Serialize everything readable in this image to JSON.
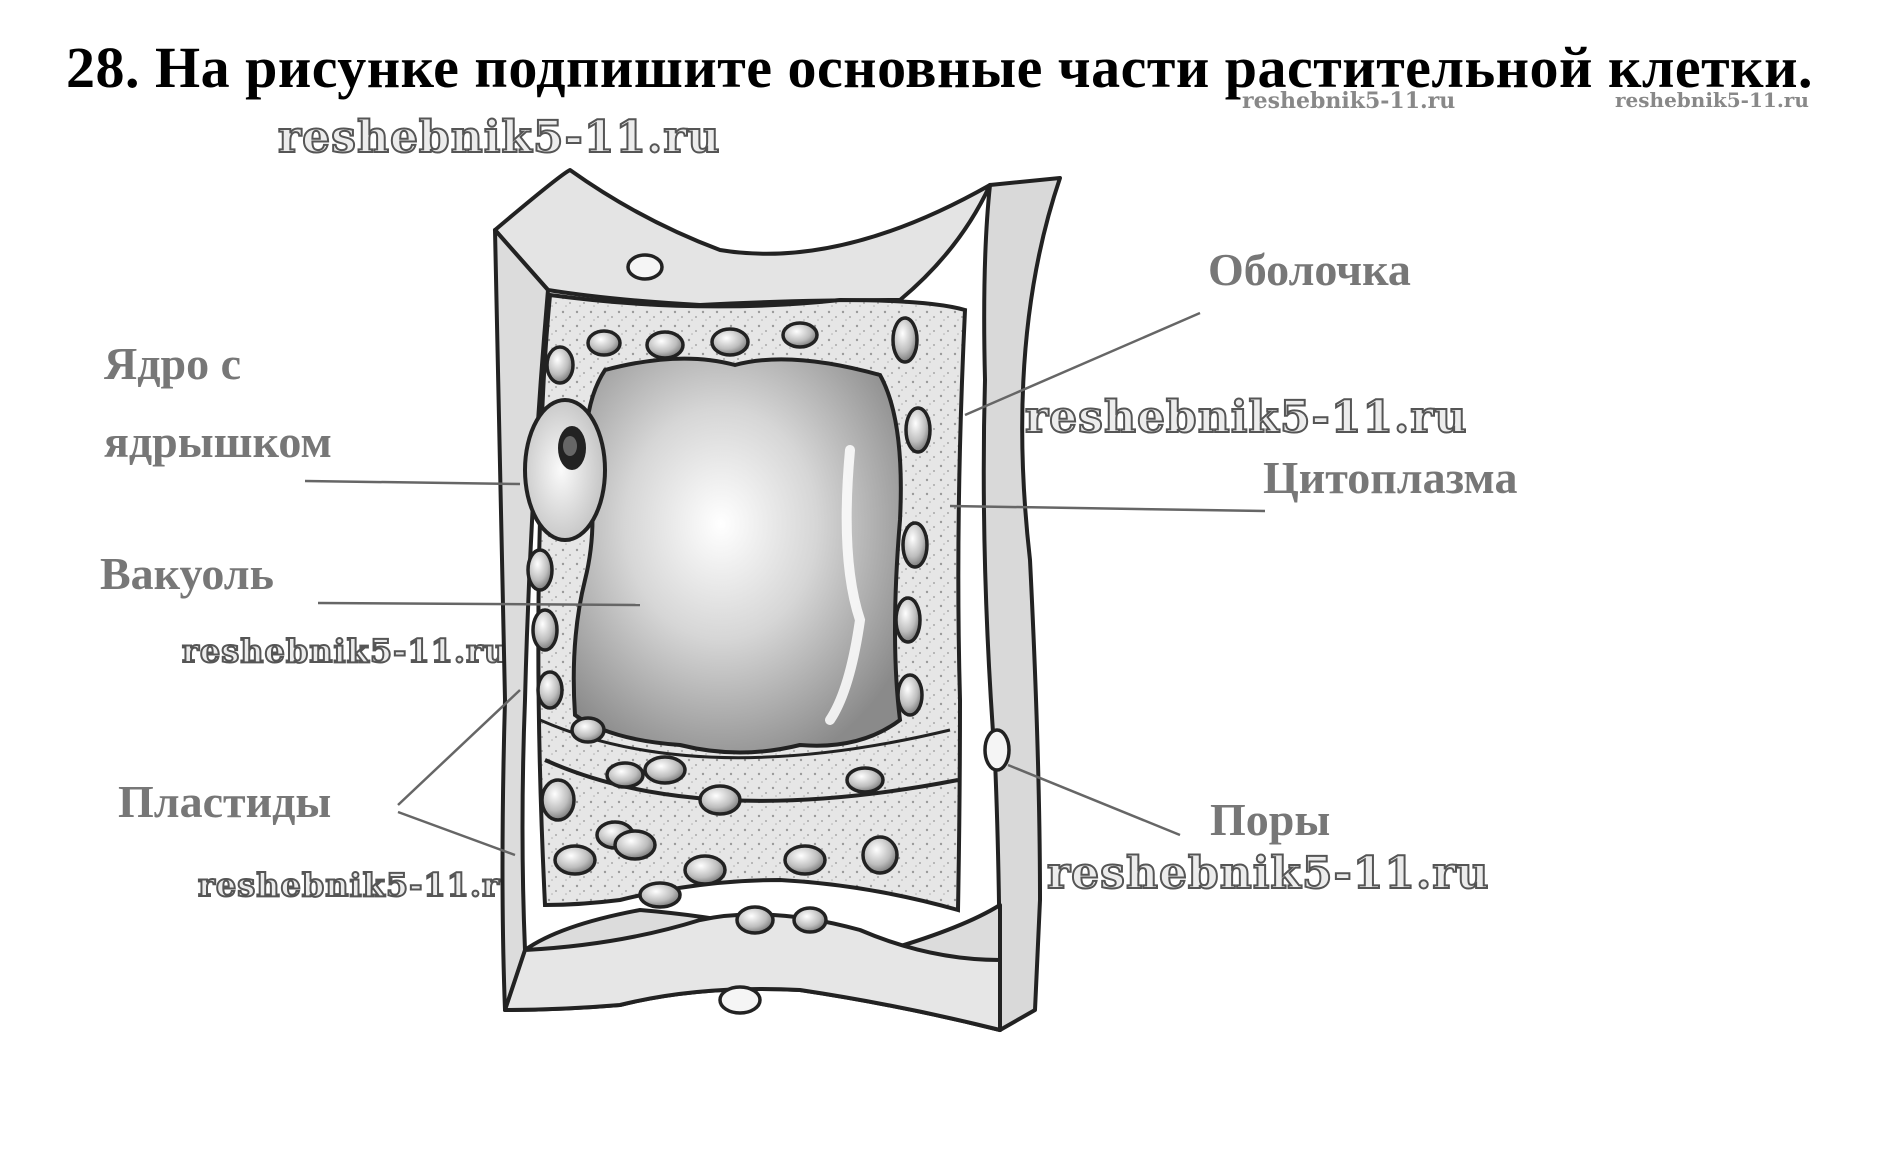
{
  "title": "28. На рисунке подпишите основные части растительной клетки.",
  "labels": {
    "shell": "Оболочка",
    "nucleus_line1": "Ядро с",
    "nucleus_line2": "ядрышком",
    "cytoplasm": "Цитоплазма",
    "vacuole": "Вакуоль",
    "plastids": "Пластиды",
    "pores": "Поры"
  },
  "watermark": "reshebnik5-11.ru",
  "colors": {
    "label": "#777777",
    "title": "#000000",
    "line": "#666666"
  }
}
